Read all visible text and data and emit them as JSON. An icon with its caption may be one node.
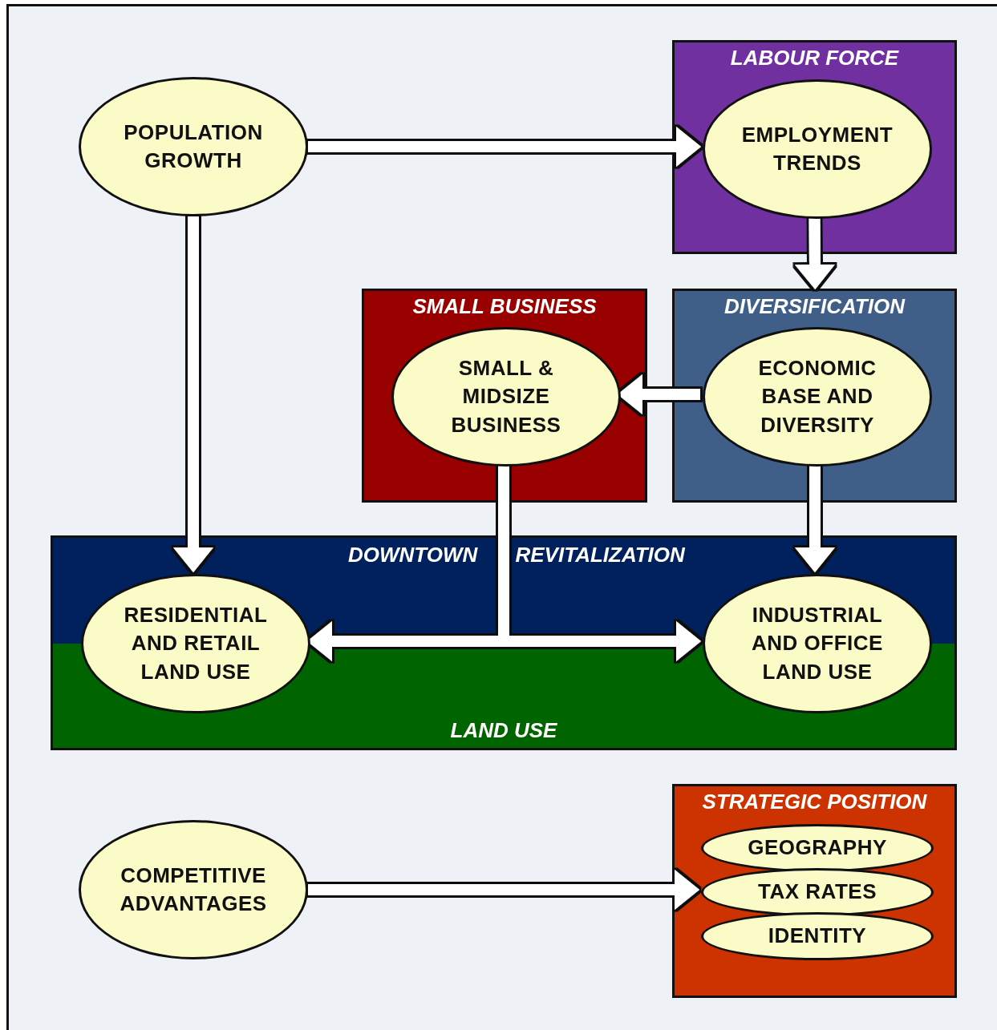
{
  "diagram": {
    "nodes": [
      {
        "text": [
          "POPULATION GROWTH"
        ]
      },
      {
        "text": [
          "LABOUR FORCE"
        ]
      },
      {
        "text": [
          "EMPLOYMENT TRENDS"
        ],
        "in": 1
      },
      {
        "text": [
          "SMALL BUSINESS"
        ]
      },
      {
        "text": [
          "SMALL & MIDSIZE BUSINESS"
        ],
        "in": 3
      },
      {
        "text": [
          "DIVERSIFICATION"
        ]
      },
      {
        "text": [
          "ECONOMIC BASE AND DIVERSITY"
        ],
        "in": 5
      },
      {
        "text": [
          "DOWNTOWN REVITALIZATION",
          "LAND USE"
        ]
      },
      {
        "text": [
          "RESIDENTIAL AND RETAIL LAND USE"
        ],
        "in": 7
      },
      {
        "text": [
          "INDUSTRIAL AND OFFICE LAND USE"
        ],
        "in": 7
      },
      {
        "text": [
          "COMPETITIVE ADVANTAGES"
        ]
      },
      {
        "text": [
          "STRATEGIC POSITION"
        ]
      },
      {
        "text": [
          "GEOGRAPHY"
        ],
        "in": 11
      },
      {
        "text": [
          "TAX RATES"
        ],
        "in": 11
      },
      {
        "text": [
          "IDENTITY"
        ],
        "in": 11
      }
    ],
    "edges": [
      {
        "from": 0,
        "to": 2,
        "arrow": "to"
      },
      {
        "from": 0,
        "to": 8,
        "arrow": "to"
      },
      {
        "from": 2,
        "to": 5,
        "arrow": "to"
      },
      {
        "from": 6,
        "to": 4,
        "arrow": "to"
      },
      {
        "from": 6,
        "to": 9,
        "arrow": "to"
      },
      {
        "from": 4,
        "to": 8,
        "arrow": "to"
      },
      {
        "from": 4,
        "to": 9,
        "arrow": "to"
      },
      {
        "from": 10,
        "to": 13,
        "arrow": "to"
      }
    ]
  }
}
